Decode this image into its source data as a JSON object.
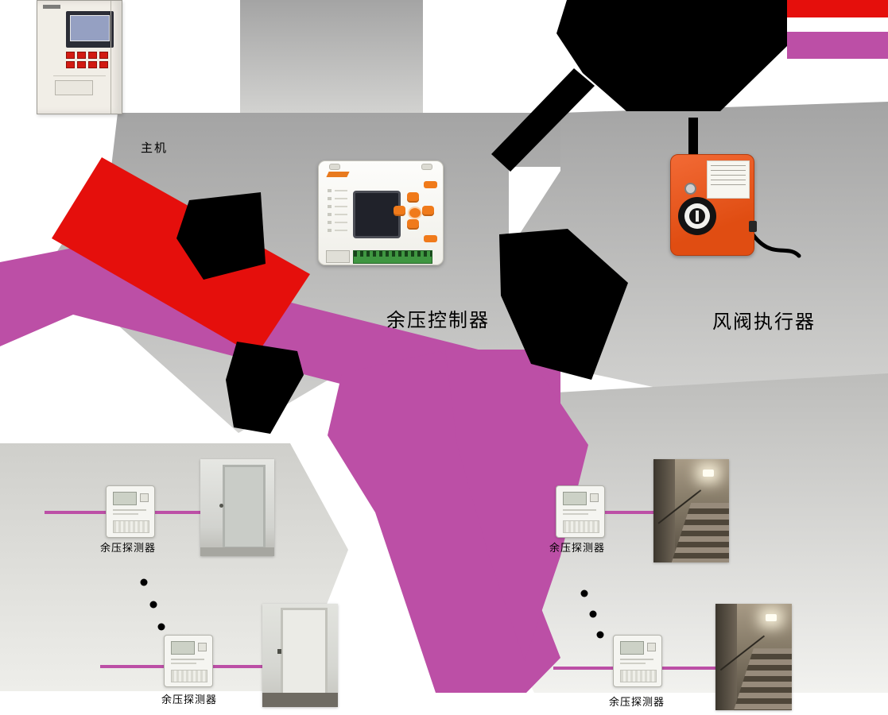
{
  "nodes": {
    "host": {
      "label": "主机"
    },
    "controller": {
      "label": "余压控制器"
    },
    "actuator": {
      "label": "风阀执行器"
    }
  },
  "detectors": [
    {
      "label": "余压探测器"
    },
    {
      "label": "余压探测器"
    },
    {
      "label": "余压探测器"
    },
    {
      "label": "余压探测器"
    }
  ],
  "legend": {
    "red_swatch_color": "#e50f0c",
    "purple_swatch_color": "#bc4fa6"
  },
  "colors": {
    "background_gray_top": "#a8a8a8",
    "background_gray_bottom": "#efefec",
    "bus_red": "#e50f0c",
    "bus_purple": "#bc4fa6",
    "obscured_black": "#000000"
  }
}
